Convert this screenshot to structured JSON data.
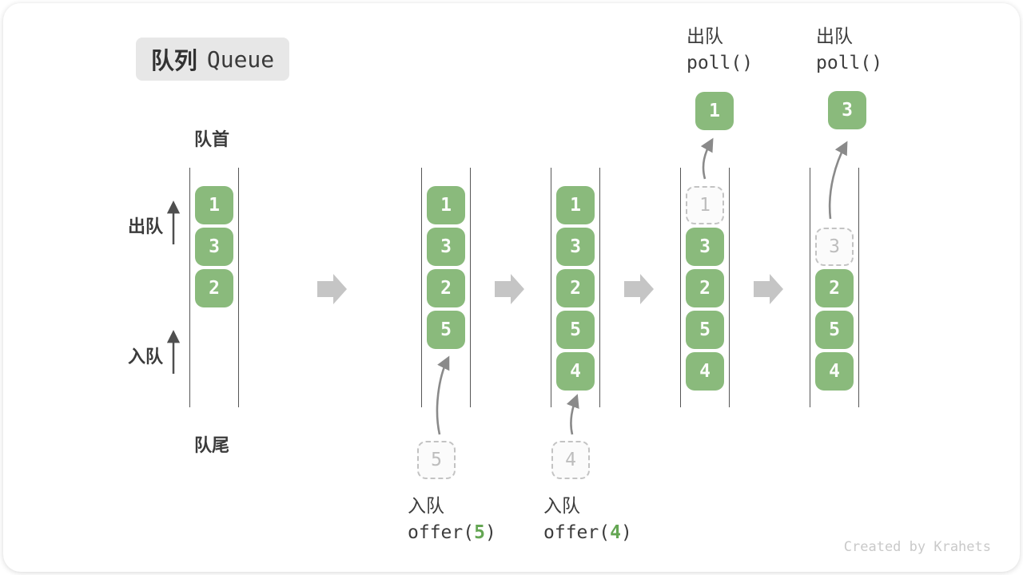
{
  "title": {
    "zh": "队列",
    "en": "Queue"
  },
  "labels": {
    "front": "队首",
    "rear": "队尾",
    "dequeue": "出队",
    "enqueue": "入队"
  },
  "ops": {
    "offer5": {
      "label": "入队",
      "code_pre": "offer(",
      "arg": "5",
      "code_post": ")"
    },
    "offer4": {
      "label": "入队",
      "code_pre": "offer(",
      "arg": "4",
      "code_post": ")"
    },
    "poll1": {
      "label": "出队",
      "code": "poll()"
    },
    "poll2": {
      "label": "出队",
      "code": "poll()"
    }
  },
  "columns": [
    {
      "boxes": [
        {
          "value": "1"
        },
        {
          "value": "3"
        },
        {
          "value": "2"
        }
      ]
    },
    {
      "boxes": [
        {
          "value": "1"
        },
        {
          "value": "3"
        },
        {
          "value": "2"
        },
        {
          "value": "5"
        }
      ],
      "incoming": {
        "value": "5"
      }
    },
    {
      "boxes": [
        {
          "value": "1"
        },
        {
          "value": "3"
        },
        {
          "value": "2"
        },
        {
          "value": "5"
        },
        {
          "value": "4"
        }
      ],
      "incoming": {
        "value": "4"
      }
    },
    {
      "boxes": [
        {
          "value": "1",
          "removed": true
        },
        {
          "value": "3"
        },
        {
          "value": "2"
        },
        {
          "value": "5"
        },
        {
          "value": "4"
        }
      ],
      "outgoing": {
        "value": "1"
      }
    },
    {
      "boxes": [
        {
          "value": "3",
          "removed": true
        },
        {
          "value": "2"
        },
        {
          "value": "5"
        },
        {
          "value": "4"
        }
      ],
      "outgoing": {
        "value": "3"
      }
    }
  ],
  "colors": {
    "item_green": "#8aba7c",
    "item_text": "#fbfdfa",
    "dashed_border": "#c3c3c3",
    "dashed_text": "#bdbdbd",
    "step_arrow_gray": "#c5c5c5",
    "curve_arrow_gray": "#8a8a8a",
    "direction_arrow_dark": "#4f4f4f",
    "label_text": "#3b3b3b",
    "code_arg_green": "#64a653",
    "badge_bg": "#e7e7e7"
  },
  "credit": "Created by Krahets"
}
